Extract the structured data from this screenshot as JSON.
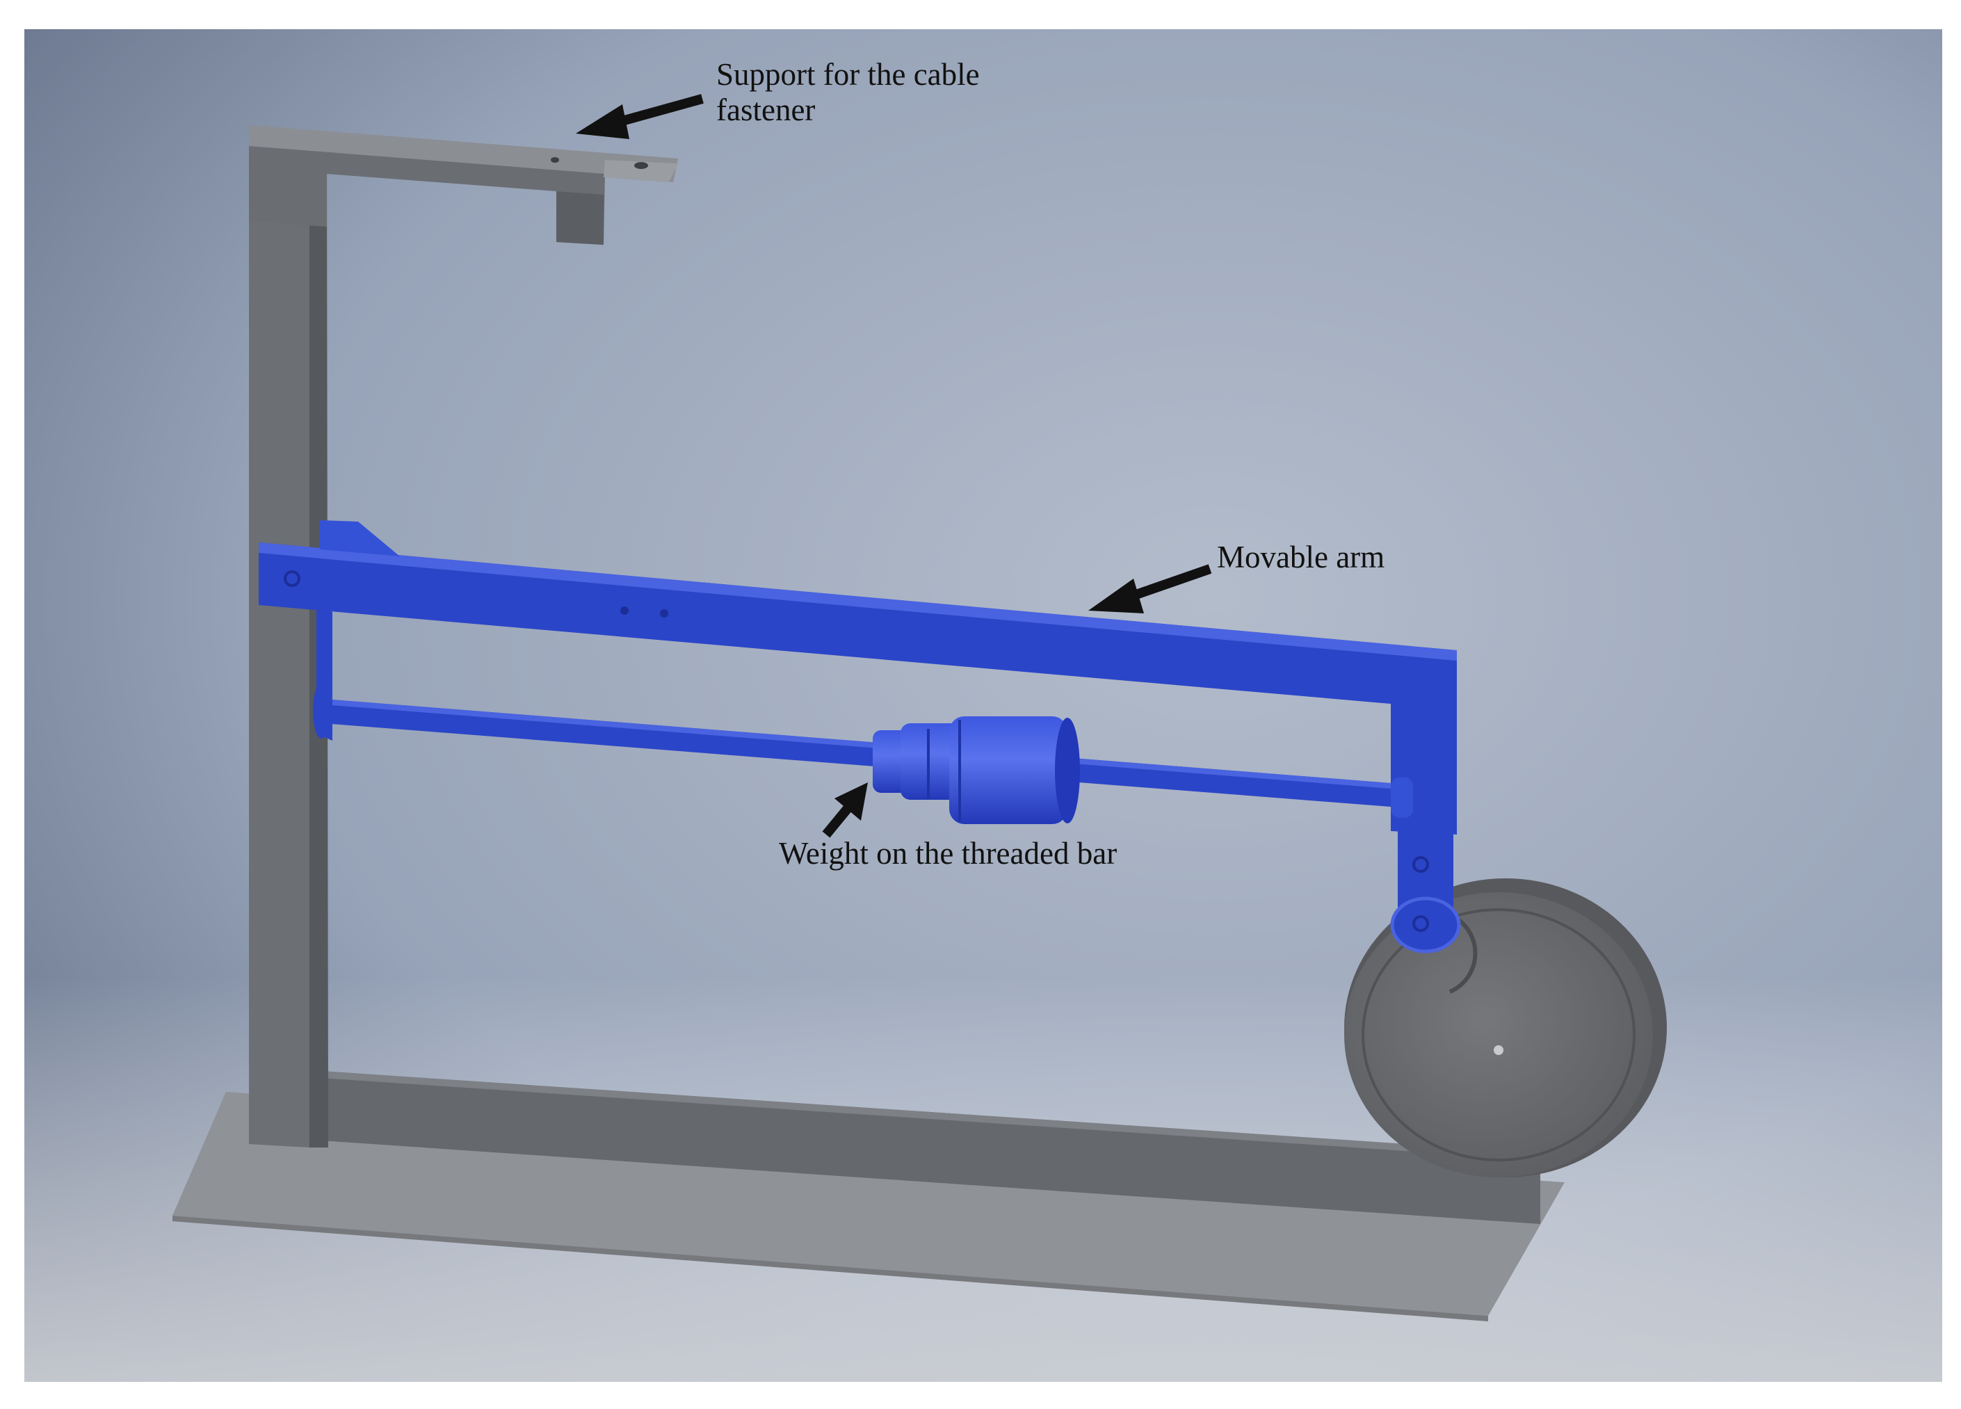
{
  "labels": {
    "support_line1": "Support for the cable",
    "support_line2": "fastener",
    "movable_arm": "Movable arm",
    "weight": "Weight on the threaded bar"
  },
  "colors": {
    "background_dark": "#4e5b70",
    "background_mid": "#9aa6bb",
    "background_light": "#c8ccd3",
    "frame_gray": "#666a70",
    "frame_gray_light": "#8b8e93",
    "base_plate": "#8f9296",
    "arm_blue": "#2b45c8",
    "arm_blue_light": "#4a63e0",
    "wheel_gray": "#6c6e72",
    "arrow_black": "#111111"
  }
}
